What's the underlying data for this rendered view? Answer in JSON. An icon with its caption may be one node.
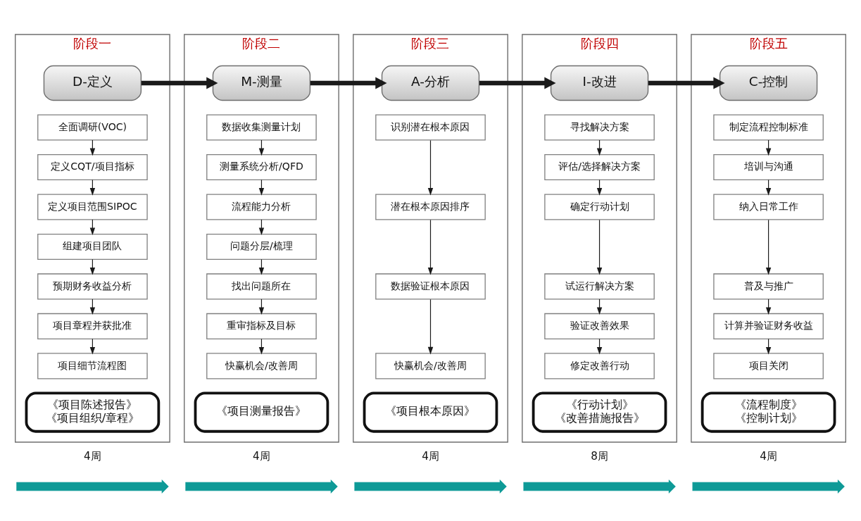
{
  "diagram": {
    "nodes": [
      {
        "text": [
          "阶段一"
        ]
      },
      {
        "text": [
          "D-定义"
        ],
        "in": 0
      },
      {
        "text": [
          "全面调研(VOC)"
        ],
        "in": 0
      },
      {
        "text": [
          "定义CQT/项目指标"
        ],
        "in": 0
      },
      {
        "text": [
          "定义项目范围SIPOC"
        ],
        "in": 0
      },
      {
        "text": [
          "组建项目团队"
        ],
        "in": 0
      },
      {
        "text": [
          "预期财务收益分析"
        ],
        "in": 0
      },
      {
        "text": [
          "项目章程并获批准"
        ],
        "in": 0
      },
      {
        "text": [
          "项目细节流程图"
        ],
        "in": 0
      },
      {
        "text": [
          "《项目陈述报告》",
          "《项目组织/章程》"
        ],
        "in": 0
      },
      {
        "text": [
          "阶段二"
        ]
      },
      {
        "text": [
          "M-测量"
        ],
        "in": 10
      },
      {
        "text": [
          "数据收集测量计划"
        ],
        "in": 10
      },
      {
        "text": [
          "测量系统分析/QFD"
        ],
        "in": 10
      },
      {
        "text": [
          "流程能力分析"
        ],
        "in": 10
      },
      {
        "text": [
          "问题分层/梳理"
        ],
        "in": 10
      },
      {
        "text": [
          "找出问题所在"
        ],
        "in": 10
      },
      {
        "text": [
          "重审指标及目标"
        ],
        "in": 10
      },
      {
        "text": [
          "快赢机会/改善周"
        ],
        "in": 10
      },
      {
        "text": [
          "《项目测量报告》"
        ],
        "in": 10
      },
      {
        "text": [
          "阶段三"
        ]
      },
      {
        "text": [
          "A-分析"
        ],
        "in": 20
      },
      {
        "text": [
          "识别潜在根本原因"
        ],
        "in": 20
      },
      {
        "text": [
          "潜在根本原因排序"
        ],
        "in": 20
      },
      {
        "text": [
          "数据验证根本原因"
        ],
        "in": 20
      },
      {
        "text": [
          "快赢机会/改善周"
        ],
        "in": 20
      },
      {
        "text": [
          "《项目根本原因》"
        ],
        "in": 20
      },
      {
        "text": [
          "阶段四"
        ]
      },
      {
        "text": [
          "I-改进"
        ],
        "in": 27
      },
      {
        "text": [
          "寻找解决方案"
        ],
        "in": 27
      },
      {
        "text": [
          "评估/选择解决方案"
        ],
        "in": 27
      },
      {
        "text": [
          "确定行动计划"
        ],
        "in": 27
      },
      {
        "text": [
          "试运行解决方案"
        ],
        "in": 27
      },
      {
        "text": [
          "验证改善效果"
        ],
        "in": 27
      },
      {
        "text": [
          "修定改善行动"
        ],
        "in": 27
      },
      {
        "text": [
          "《行动计划》",
          "《改善措施报告》"
        ],
        "in": 27
      },
      {
        "text": [
          "阶段五"
        ]
      },
      {
        "text": [
          "C-控制"
        ],
        "in": 36
      },
      {
        "text": [
          "制定流程控制标准"
        ],
        "in": 36
      },
      {
        "text": [
          "培训与沟通"
        ],
        "in": 36
      },
      {
        "text": [
          "纳入日常工作"
        ],
        "in": 36
      },
      {
        "text": [
          "普及与推广"
        ],
        "in": 36
      },
      {
        "text": [
          "计算并验证财务收益"
        ],
        "in": 36
      },
      {
        "text": [
          "项目关闭"
        ],
        "in": 36
      },
      {
        "text": [
          "《流程制度》",
          "《控制计划》"
        ],
        "in": 36
      },
      {
        "text": [],
        "shape": "arrow",
        "beside": [
          "4周"
        ]
      },
      {
        "text": [],
        "shape": "arrow",
        "beside": [
          "4周"
        ]
      },
      {
        "text": [],
        "shape": "arrow",
        "beside": [
          "4周"
        ]
      },
      {
        "text": [],
        "shape": "arrow",
        "beside": [
          "8周"
        ]
      },
      {
        "text": [],
        "shape": "arrow",
        "beside": [
          "4周"
        ]
      }
    ],
    "edges": [
      {
        "from": 1,
        "to": 11,
        "arrow": "to",
        "style": "thick"
      },
      {
        "from": 11,
        "to": 21,
        "arrow": "to",
        "style": "thick"
      },
      {
        "from": 21,
        "to": 28,
        "arrow": "to",
        "style": "thick"
      },
      {
        "from": 28,
        "to": 37,
        "arrow": "to",
        "style": "thick"
      },
      {
        "from": 2,
        "to": 3,
        "arrow": "to"
      },
      {
        "from": 3,
        "to": 4,
        "arrow": "to"
      },
      {
        "from": 4,
        "to": 5,
        "arrow": "to"
      },
      {
        "from": 5,
        "to": 6,
        "arrow": "to"
      },
      {
        "from": 6,
        "to": 7,
        "arrow": "to"
      },
      {
        "from": 7,
        "to": 8,
        "arrow": "to"
      },
      {
        "from": 12,
        "to": 13,
        "arrow": "to"
      },
      {
        "from": 13,
        "to": 14,
        "arrow": "to"
      },
      {
        "from": 14,
        "to": 15,
        "arrow": "to"
      },
      {
        "from": 15,
        "to": 16,
        "arrow": "to"
      },
      {
        "from": 16,
        "to": 17,
        "arrow": "to"
      },
      {
        "from": 17,
        "to": 18,
        "arrow": "to"
      },
      {
        "from": 22,
        "to": 23,
        "arrow": "to"
      },
      {
        "from": 23,
        "to": 24,
        "arrow": "to"
      },
      {
        "from": 24,
        "to": 25,
        "arrow": "to"
      },
      {
        "from": 29,
        "to": 30,
        "arrow": "to"
      },
      {
        "from": 30,
        "to": 31,
        "arrow": "to"
      },
      {
        "from": 31,
        "to": 32,
        "arrow": "to"
      },
      {
        "from": 32,
        "to": 33,
        "arrow": "to"
      },
      {
        "from": 33,
        "to": 34,
        "arrow": "to"
      },
      {
        "from": 38,
        "to": 39,
        "arrow": "to"
      },
      {
        "from": 39,
        "to": 40,
        "arrow": "to"
      },
      {
        "from": 40,
        "to": 41,
        "arrow": "to"
      },
      {
        "from": 41,
        "to": 42,
        "arrow": "to"
      },
      {
        "from": 42,
        "to": 43,
        "arrow": "to"
      }
    ]
  }
}
